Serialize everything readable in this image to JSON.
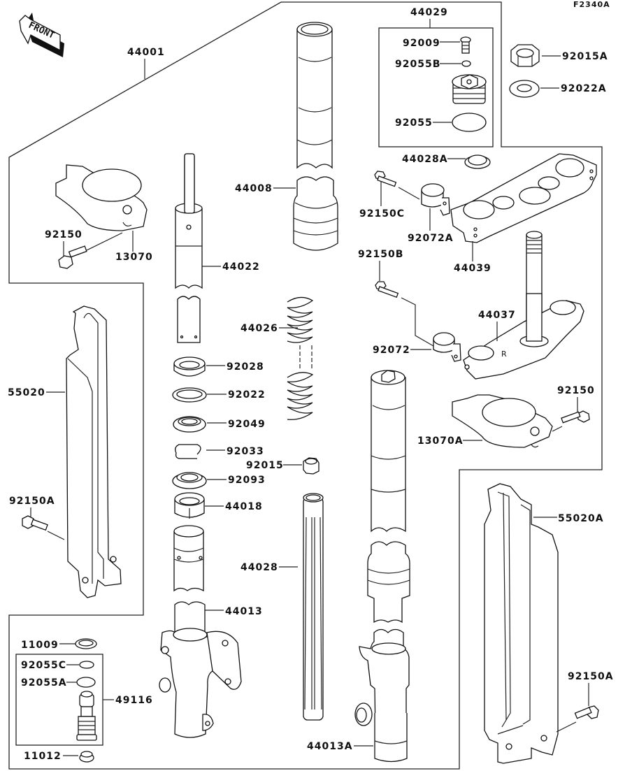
{
  "diagram": {
    "figure_code": "F2340A",
    "front_indicator": "FRONT",
    "callouts": {
      "44001": "44001",
      "44029": "44029",
      "92009": "92009",
      "92055B": "92055B",
      "92055": "92055",
      "92015A": "92015A",
      "92022A": "92022A",
      "44028A": "44028A",
      "92150C": "92150C",
      "92072A": "92072A",
      "44039": "44039",
      "92150B": "92150B",
      "44037": "44037",
      "92072": "92072",
      "92150_right": "92150",
      "13070A": "13070A",
      "44008": "44008",
      "92150_left": "92150",
      "13070": "13070",
      "44022": "44022",
      "44026": "44026",
      "92028": "92028",
      "92022": "92022",
      "92049": "92049",
      "92033": "92033",
      "92015": "92015",
      "92093": "92093",
      "44018": "44018",
      "55020": "55020",
      "92150A_left": "92150A",
      "44028": "44028",
      "44013": "44013",
      "11009": "11009",
      "92055C": "92055C",
      "92055A": "92055A",
      "49116": "49116",
      "11012": "11012",
      "44013A": "44013A",
      "55020A": "55020A",
      "92150A_right": "92150A"
    }
  }
}
